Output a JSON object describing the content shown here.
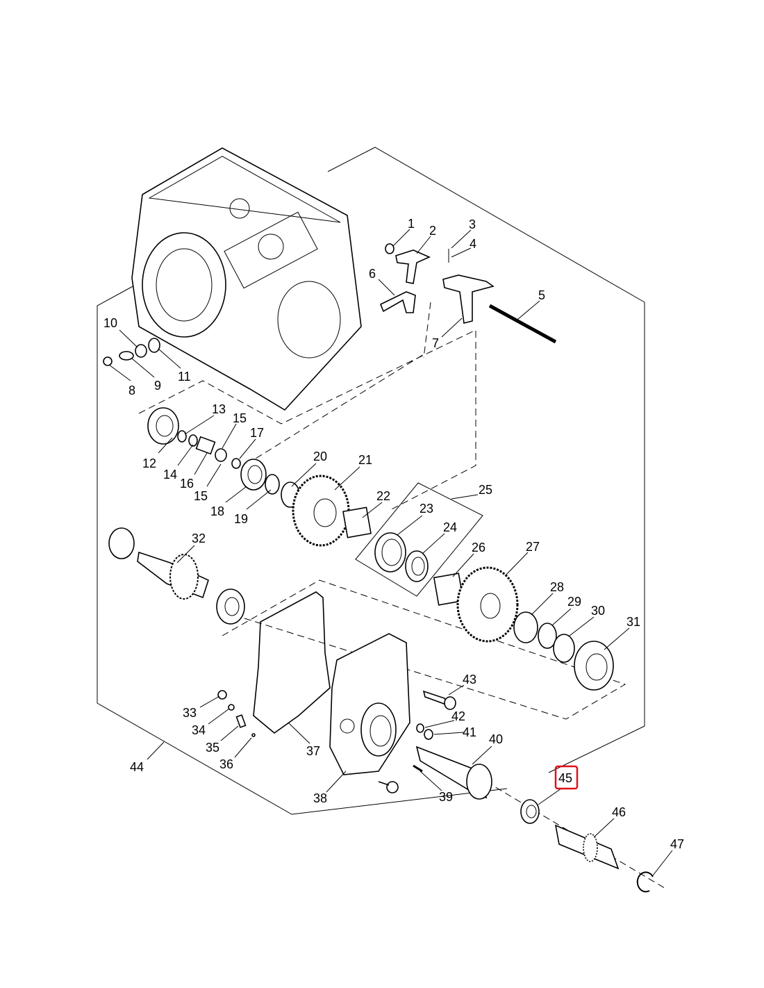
{
  "diagram": {
    "labels": [
      "1",
      "2",
      "3",
      "4",
      "5",
      "6",
      "7",
      "8",
      "9",
      "10",
      "11",
      "12",
      "13",
      "14",
      "15",
      "15",
      "16",
      "17",
      "18",
      "19",
      "20",
      "21",
      "22",
      "23",
      "24",
      "25",
      "26",
      "27",
      "28",
      "29",
      "30",
      "31",
      "32",
      "33",
      "34",
      "35",
      "36",
      "37",
      "38",
      "39",
      "40",
      "41",
      "42",
      "43",
      "44",
      "45",
      "46",
      "47"
    ],
    "highlighted_label": "45",
    "highlight_color": "#e0101a"
  }
}
